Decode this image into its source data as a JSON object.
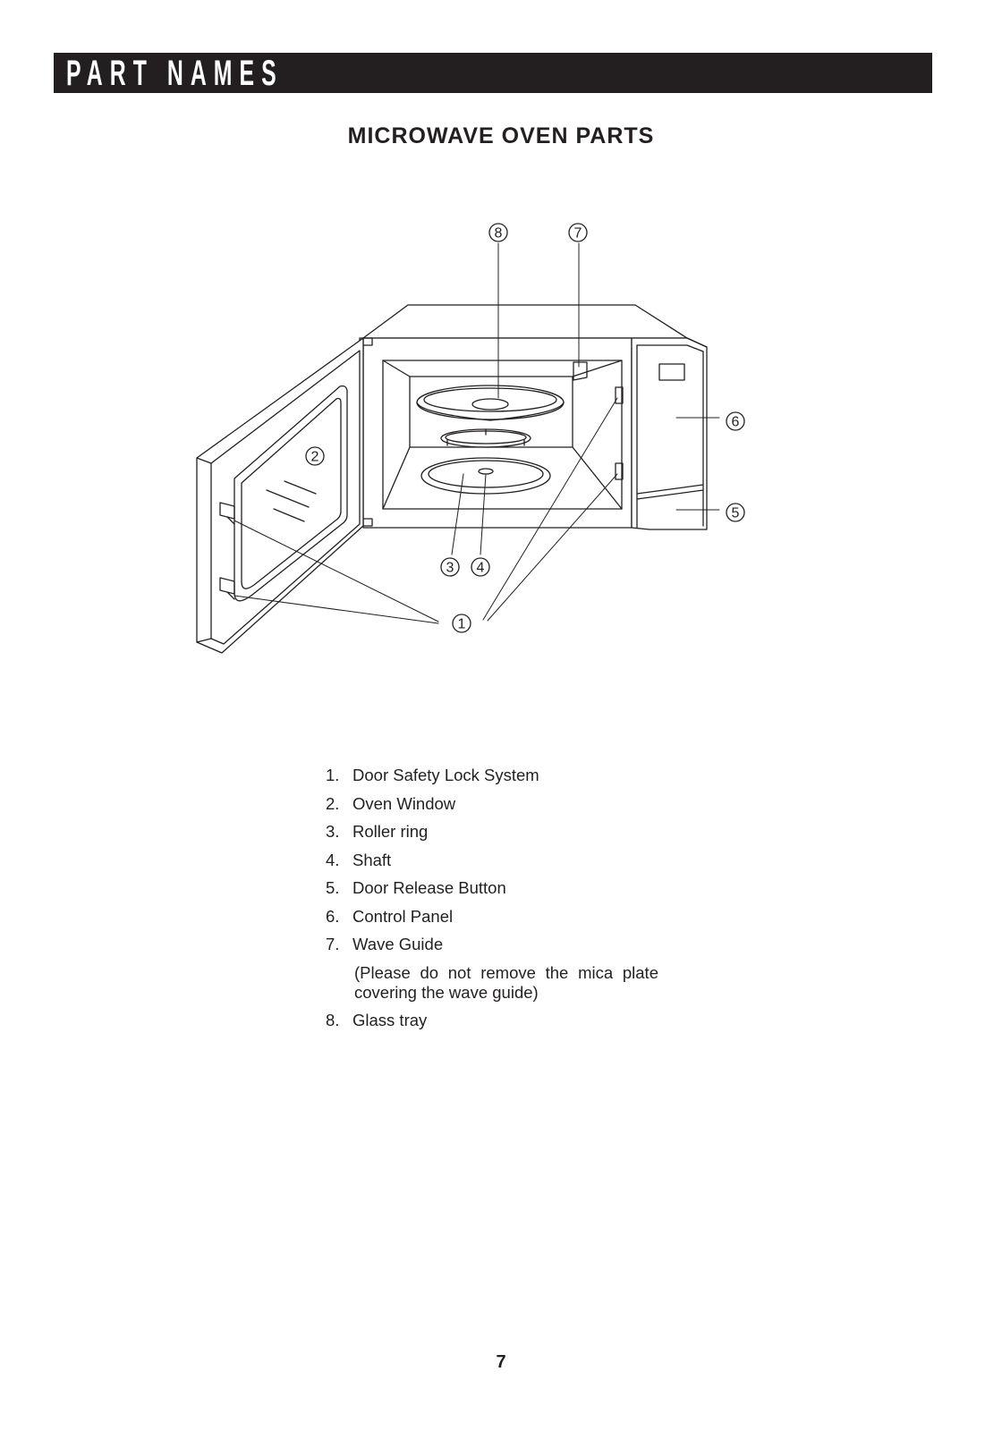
{
  "header": {
    "title": "PART NAMES"
  },
  "subtitle": "MICROWAVE OVEN PARTS",
  "callouts": [
    "①",
    "②",
    "③",
    "④",
    "⑤",
    "⑥",
    "⑦",
    "⑧"
  ],
  "parts": [
    {
      "num": "1.",
      "label": "Door Safety Lock System"
    },
    {
      "num": "2.",
      "label": "Oven Window"
    },
    {
      "num": "3.",
      "label": "Roller ring"
    },
    {
      "num": "4.",
      "label": "Shaft"
    },
    {
      "num": "5.",
      "label": "Door Release Button"
    },
    {
      "num": "6.",
      "label": "Control Panel"
    },
    {
      "num": "7.",
      "label": "Wave Guide"
    }
  ],
  "note": "(Please do not remove the mica plate covering the wave guide)",
  "last_part": {
    "num": "8.",
    "label": "Glass tray"
  },
  "page_number": "7"
}
